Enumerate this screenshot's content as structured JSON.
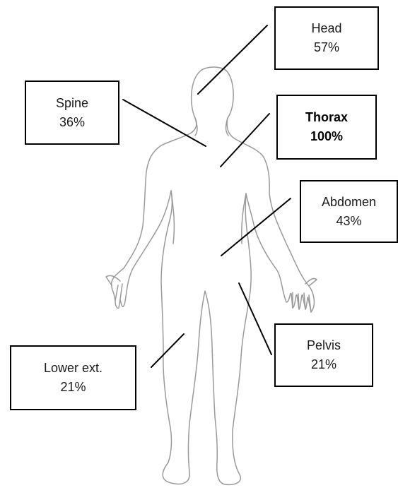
{
  "regions": [
    {
      "id": "head",
      "label": "Head",
      "percent": "57%",
      "emphasis": false
    },
    {
      "id": "spine",
      "label": "Spine",
      "percent": "36%",
      "emphasis": false
    },
    {
      "id": "thorax",
      "label": "Thorax",
      "percent": "100%",
      "emphasis": true
    },
    {
      "id": "abdomen",
      "label": "Abdomen",
      "percent": "43%",
      "emphasis": false
    },
    {
      "id": "pelvis",
      "label": "Pelvis",
      "percent": "21%",
      "emphasis": false
    },
    {
      "id": "lower-ext",
      "label": "Lower ext.",
      "percent": "21%",
      "emphasis": false
    }
  ],
  "colors": {
    "figure_outline": "#9a9a9a",
    "leader_line": "#000000",
    "box_border": "#000000",
    "text": "#1a1a1a"
  }
}
